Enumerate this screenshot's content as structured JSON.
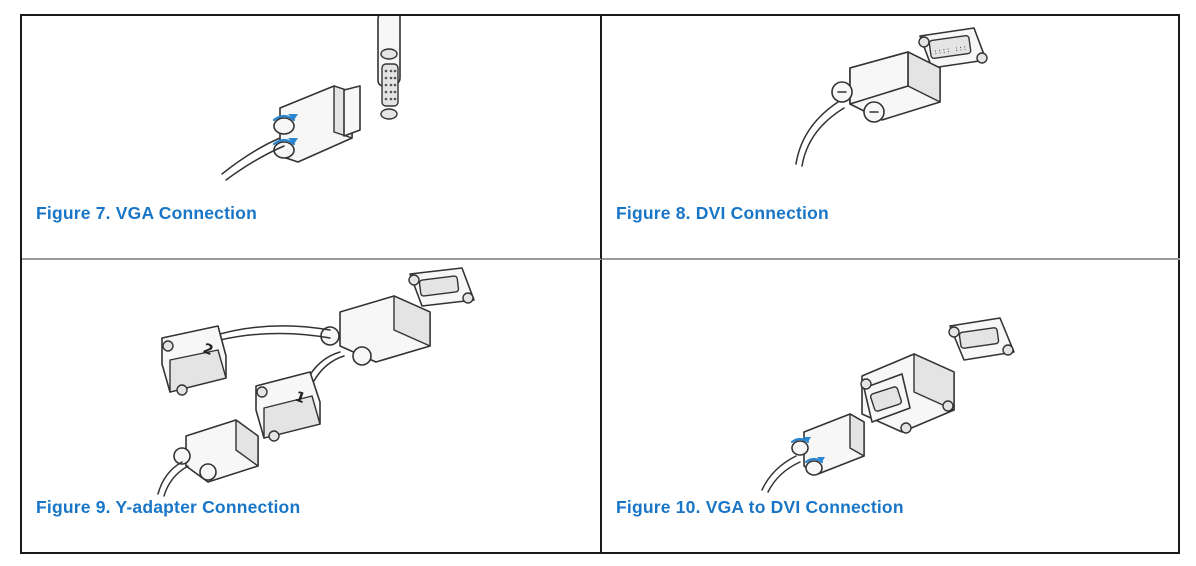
{
  "figures": [
    {
      "caption": "Figure 7. VGA Connection",
      "icon": "vga-connector-illustration"
    },
    {
      "caption": "Figure 8. DVI Connection",
      "icon": "dvi-connector-illustration"
    },
    {
      "caption": "Figure 9. Y-adapter Connection",
      "icon": "y-adapter-illustration",
      "labels": [
        "2",
        "1"
      ]
    },
    {
      "caption": "Figure 10. VGA to DVI Connection",
      "icon": "vga-to-dvi-adapter-illustration"
    }
  ],
  "colors": {
    "caption": "#1976c7",
    "border": "#1a1a1a",
    "divider": "#9b9b9b",
    "arrow": "#2a86d1"
  }
}
